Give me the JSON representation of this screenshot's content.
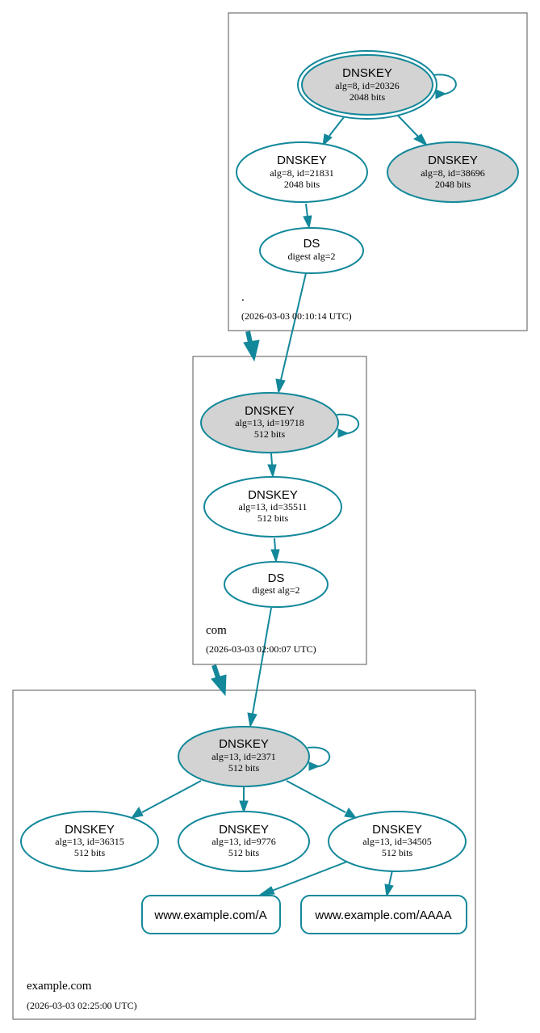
{
  "colors": {
    "edge": "#13889a",
    "fill_trust_anchor": "#d3d3d3",
    "fill_secure_entry": "#d3d3d3",
    "fill_default": "#ffffff",
    "zone_border": "#555555"
  },
  "zones": {
    "root": {
      "name": ".",
      "timestamp": "(2026-03-03 00:10:14 UTC)",
      "nodes": {
        "ksk_20326": {
          "title": "DNSKEY",
          "line1": "alg=8, id=20326",
          "line2": "2048 bits"
        },
        "zsk_21831": {
          "title": "DNSKEY",
          "line1": "alg=8, id=21831",
          "line2": "2048 bits"
        },
        "key_38696": {
          "title": "DNSKEY",
          "line1": "alg=8, id=38696",
          "line2": "2048 bits"
        },
        "ds": {
          "title": "DS",
          "line1": "digest alg=2"
        }
      }
    },
    "com": {
      "name": "com",
      "timestamp": "(2026-03-03 02:00:07 UTC)",
      "nodes": {
        "ksk_19718": {
          "title": "DNSKEY",
          "line1": "alg=13, id=19718",
          "line2": "512 bits"
        },
        "zsk_35511": {
          "title": "DNSKEY",
          "line1": "alg=13, id=35511",
          "line2": "512 bits"
        },
        "ds": {
          "title": "DS",
          "line1": "digest alg=2"
        }
      }
    },
    "example": {
      "name": "example.com",
      "timestamp": "(2026-03-03 02:25:00 UTC)",
      "nodes": {
        "ksk_2371": {
          "title": "DNSKEY",
          "line1": "alg=13, id=2371",
          "line2": "512 bits"
        },
        "zsk_36315": {
          "title": "DNSKEY",
          "line1": "alg=13, id=36315",
          "line2": "512 bits"
        },
        "zsk_9776": {
          "title": "DNSKEY",
          "line1": "alg=13, id=9776",
          "line2": "512 bits"
        },
        "zsk_34505": {
          "title": "DNSKEY",
          "line1": "alg=13, id=34505",
          "line2": "512 bits"
        },
        "rrset_a": {
          "title": "www.example.com/A"
        },
        "rrset_aaaa": {
          "title": "www.example.com/AAAA"
        }
      }
    }
  }
}
